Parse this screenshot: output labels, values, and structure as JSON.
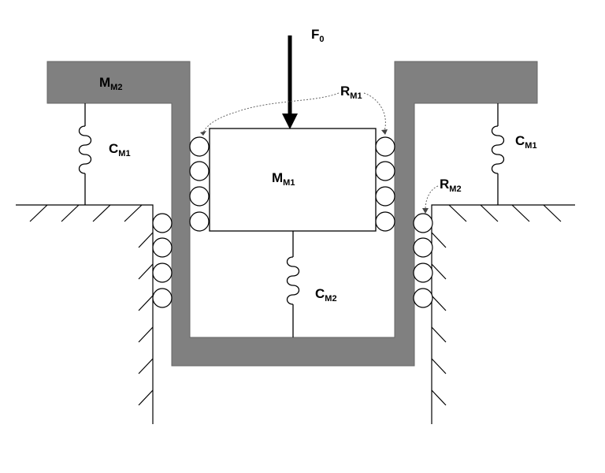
{
  "labels": {
    "force": {
      "main": "F",
      "sub": "0"
    },
    "mass_top_left": {
      "main": "M",
      "sub": "M2"
    },
    "mass_inner": {
      "main": "M",
      "sub": "M1"
    },
    "spring_left": {
      "main": "C",
      "sub": "M1"
    },
    "spring_right": {
      "main": "C",
      "sub": "M1"
    },
    "spring_bottom": {
      "main": "C",
      "sub": "M2"
    },
    "roller_top": {
      "main": "R",
      "sub": "M1"
    },
    "roller_side": {
      "main": "R",
      "sub": "M2"
    }
  },
  "colors": {
    "mass_fill": "#808080",
    "line": "#000000"
  }
}
